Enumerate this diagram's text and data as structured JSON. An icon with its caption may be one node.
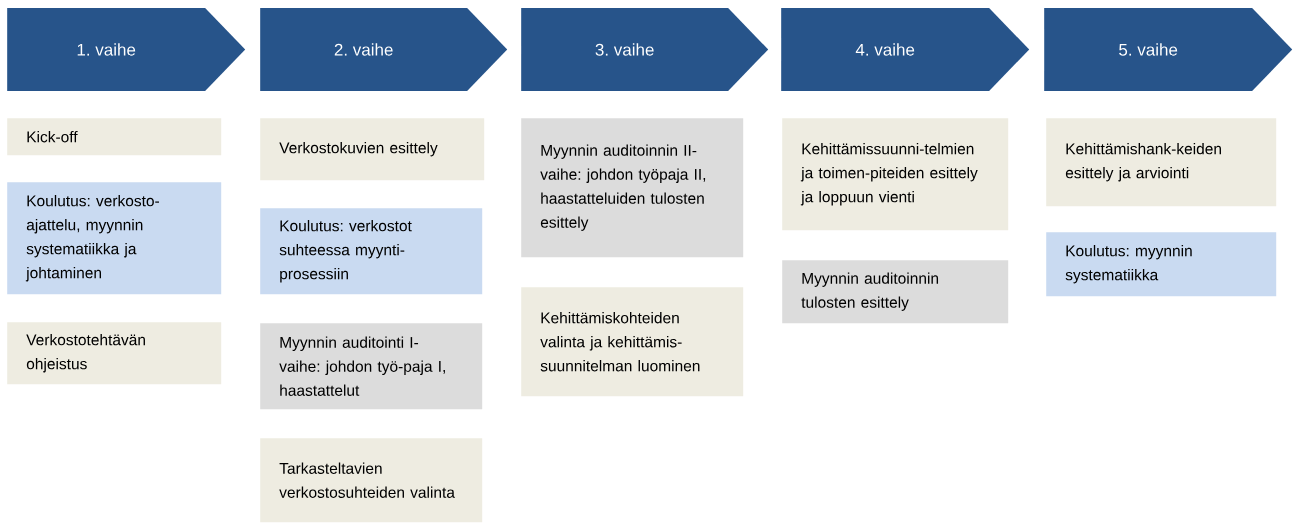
{
  "diagram": {
    "nodes": [
      {
        "text": [
          "1. vaihe"
        ]
      },
      {
        "text": [
          "2. vaihe"
        ]
      },
      {
        "text": [
          "3. vaihe"
        ]
      },
      {
        "text": [
          "4. vaihe"
        ]
      },
      {
        "text": [
          "5. vaihe"
        ]
      },
      {
        "text": [
          "Kick-off"
        ]
      },
      {
        "text": [
          "Koulutus: verkosto-ajattelu, myynnin systematiikka ja johtaminen"
        ]
      },
      {
        "text": [
          "Verkostotehtävän ohjeistus"
        ]
      },
      {
        "text": [
          "Verkostokuvien esittely"
        ]
      },
      {
        "text": [
          "Koulutus: verkostot suhteessa myynti-prosessiin"
        ]
      },
      {
        "text": [
          "Myynnin auditointi I-vaihe: johdon työ-paja I, haastattelut"
        ]
      },
      {
        "text": [
          "Tarkasteltavien verkostosuhteiden valinta"
        ]
      },
      {
        "text": [
          "Myynnin auditoinnin II-vaihe: johdon työpaja II, haastatteluiden tulosten esittely"
        ]
      },
      {
        "text": [
          "Kehittämiskohteiden valinta ja kehittämis-suunnitelman luominen"
        ]
      },
      {
        "text": [
          "Kehittämissuunni-telmien ja toimen-piteiden esittely ja loppuun vienti"
        ]
      },
      {
        "text": [
          "Myynnin auditoinnin tulosten esittely"
        ]
      },
      {
        "text": [
          "Kehittämishank-keiden esittely ja arviointi"
        ]
      },
      {
        "text": [
          "Koulutus: myynnin systematiikka"
        ]
      }
    ]
  }
}
